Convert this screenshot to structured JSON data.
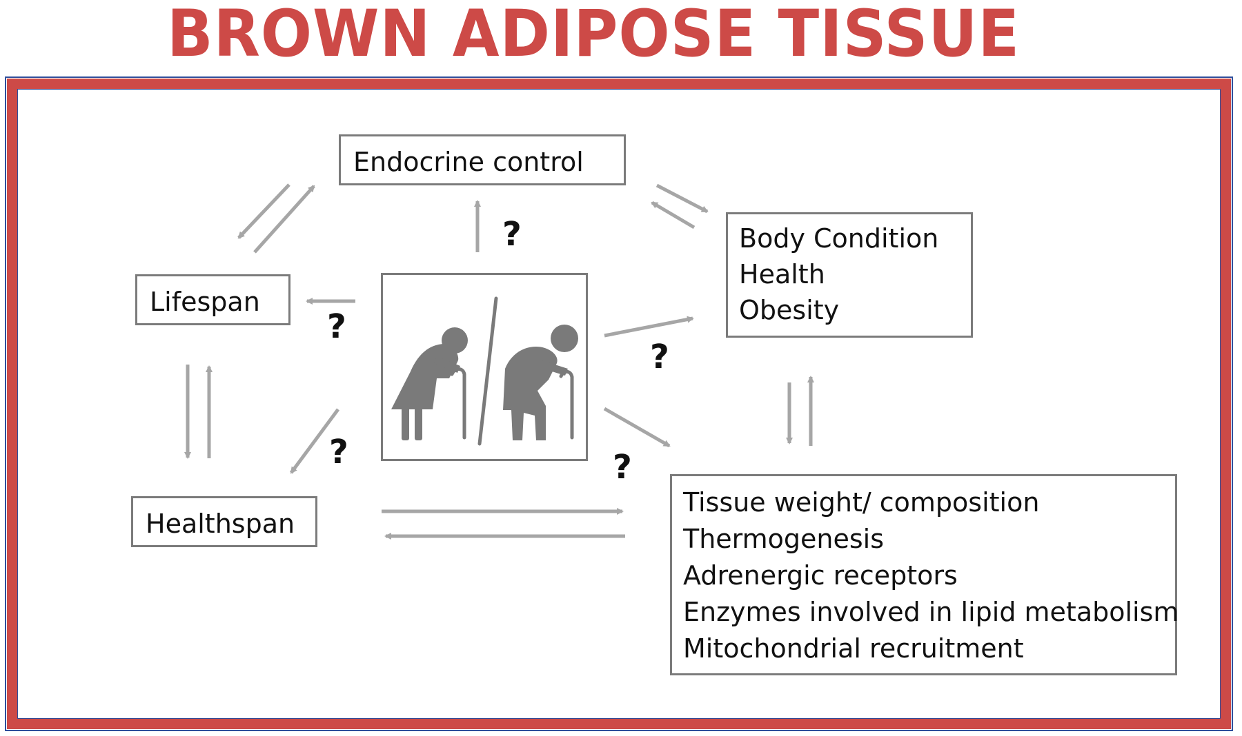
{
  "title": "BROWN ADIPOSE TISSUE",
  "colors": {
    "title": "#cd4a47",
    "frame_red": "#cd4a47",
    "frame_blue": "#2f4f9c",
    "box_border": "#7b7b7b",
    "arrow": "#a6a6a6",
    "figure": "#7a7a7a"
  },
  "nodes": {
    "endocrine": {
      "lines": [
        "Endocrine control"
      ]
    },
    "lifespan": {
      "lines": [
        "Lifespan"
      ]
    },
    "healthspan": {
      "lines": [
        "Healthspan"
      ]
    },
    "body": {
      "lines": [
        "Body Condition",
        "Health",
        "Obesity"
      ]
    },
    "tissue": {
      "lines": [
        "Tissue weight/ composition",
        "Thermogenesis",
        "Adrenergic receptors",
        "Enzymes involved in lipid metabolism",
        "Mitochondrial recruitment"
      ]
    }
  },
  "center_image": {
    "icon": "elderly-couple-with-canes-icon"
  },
  "question_mark": "?"
}
